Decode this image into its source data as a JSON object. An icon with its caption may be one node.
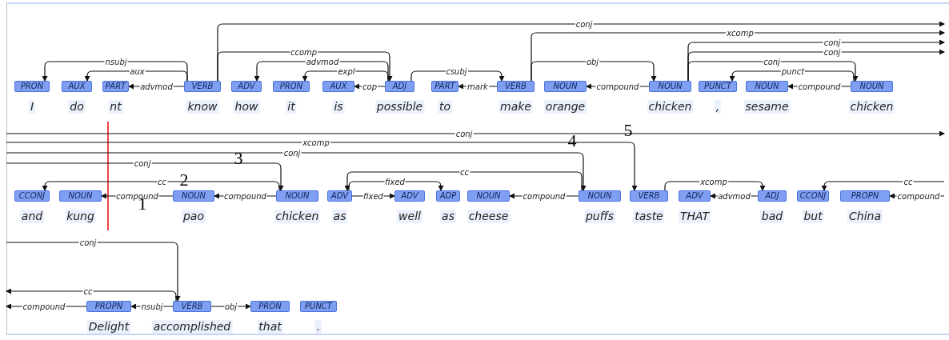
{
  "diagram": {
    "nodes": [
      {
        "text": [
          "PRON"
        ],
        "beside": [
          "I"
        ]
      },
      {
        "text": [
          "AUX"
        ],
        "beside": [
          "do"
        ]
      },
      {
        "text": [
          "PART"
        ],
        "beside": [
          "nt"
        ]
      },
      {
        "text": [
          "VERB"
        ],
        "beside": [
          "know"
        ]
      },
      {
        "text": [
          "ADV"
        ],
        "beside": [
          "how"
        ]
      },
      {
        "text": [
          "PRON"
        ],
        "beside": [
          "it"
        ]
      },
      {
        "text": [
          "AUX"
        ],
        "beside": [
          "is"
        ]
      },
      {
        "text": [
          "ADJ"
        ],
        "beside": [
          "possible"
        ]
      },
      {
        "text": [
          "PART"
        ],
        "beside": [
          "to"
        ]
      },
      {
        "text": [
          "VERB"
        ],
        "beside": [
          "make"
        ]
      },
      {
        "text": [
          "NOUN"
        ],
        "beside": [
          "orange"
        ]
      },
      {
        "text": [
          "NOUN"
        ],
        "beside": [
          "chicken"
        ]
      },
      {
        "text": [
          "PUNCT"
        ],
        "beside": [
          ","
        ]
      },
      {
        "text": [
          "NOUN"
        ],
        "beside": [
          "sesame"
        ]
      },
      {
        "text": [
          "NOUN"
        ],
        "beside": [
          "chicken"
        ]
      },
      {
        "text": [
          "CCONJ"
        ],
        "beside": [
          "and"
        ]
      },
      {
        "text": [
          "NOUN"
        ],
        "beside": [
          "kung"
        ]
      },
      {
        "text": [
          "NOUN"
        ],
        "beside": [
          "pao"
        ]
      },
      {
        "text": [
          "NOUN"
        ],
        "beside": [
          "chicken"
        ]
      },
      {
        "text": [
          "ADV"
        ],
        "beside": [
          "as"
        ]
      },
      {
        "text": [
          "ADV"
        ],
        "beside": [
          "well"
        ]
      },
      {
        "text": [
          "ADP"
        ],
        "beside": [
          "as"
        ]
      },
      {
        "text": [
          "NOUN"
        ],
        "beside": [
          "cheese"
        ]
      },
      {
        "text": [
          "NOUN"
        ],
        "beside": [
          "puffs"
        ]
      },
      {
        "text": [
          "VERB"
        ],
        "beside": [
          "taste"
        ]
      },
      {
        "text": [
          "ADV"
        ],
        "beside": [
          "THAT"
        ]
      },
      {
        "text": [
          "ADJ"
        ],
        "beside": [
          "bad"
        ]
      },
      {
        "text": [
          "CCONJ"
        ],
        "beside": [
          "but"
        ]
      },
      {
        "text": [
          "PROPN"
        ],
        "beside": [
          "China"
        ]
      },
      {
        "text": [
          "PROPN"
        ],
        "beside": [
          "Delight"
        ]
      },
      {
        "text": [
          "VERB"
        ],
        "beside": [
          "accomplished"
        ]
      },
      {
        "text": [
          "PRON"
        ],
        "beside": [
          "that"
        ]
      },
      {
        "text": [
          "PUNCT"
        ],
        "beside": [
          "."
        ]
      }
    ],
    "edges": [
      {
        "from": 3,
        "to": 0,
        "arrow": "to",
        "label": "nsubj"
      },
      {
        "from": 3,
        "to": 1,
        "arrow": "to",
        "label": "aux"
      },
      {
        "from": 3,
        "to": 2,
        "arrow": "to",
        "label": "advmod"
      },
      {
        "from": 3,
        "to": null,
        "arrow": "to",
        "label": "conj"
      },
      {
        "from": 3,
        "to": 7,
        "arrow": "to",
        "label": "ccomp"
      },
      {
        "from": 7,
        "to": 4,
        "arrow": "to",
        "label": "advmod"
      },
      {
        "from": 7,
        "to": 5,
        "arrow": "to",
        "label": "expl"
      },
      {
        "from": 7,
        "to": 6,
        "arrow": "to",
        "label": "cop"
      },
      {
        "from": 7,
        "to": 9,
        "arrow": "to",
        "label": "csubj"
      },
      {
        "from": 9,
        "to": 8,
        "arrow": "to",
        "label": "mark"
      },
      {
        "from": 9,
        "to": null,
        "arrow": "to",
        "label": "xcomp"
      },
      {
        "from": 9,
        "to": 11,
        "arrow": "to",
        "label": "obj"
      },
      {
        "from": 11,
        "to": 10,
        "arrow": "to",
        "label": "compound"
      },
      {
        "from": 11,
        "to": null,
        "arrow": "to",
        "label": "conj"
      },
      {
        "from": 11,
        "to": null,
        "arrow": "to",
        "label": "conj"
      },
      {
        "from": 11,
        "to": 14,
        "arrow": "to",
        "label": "conj"
      },
      {
        "from": 14,
        "to": 12,
        "arrow": "to",
        "label": "punct"
      },
      {
        "from": 14,
        "to": 13,
        "arrow": "to",
        "label": "compound"
      },
      {
        "from": null,
        "to": 24,
        "arrow": "to",
        "label": "xcomp"
      },
      {
        "from": null,
        "to": 23,
        "arrow": "to",
        "label": "conj"
      },
      {
        "from": null,
        "to": 18,
        "arrow": "to",
        "label": "conj"
      },
      {
        "from": 18,
        "to": 15,
        "arrow": "to",
        "label": "cc"
      },
      {
        "from": 18,
        "to": 17,
        "arrow": "to",
        "label": "compound"
      },
      {
        "from": 17,
        "to": 16,
        "arrow": "to",
        "label": "compound"
      },
      {
        "from": 23,
        "to": 19,
        "arrow": "to",
        "label": "cc"
      },
      {
        "from": 19,
        "to": 21,
        "arrow": "to",
        "label": "fixed"
      },
      {
        "from": 19,
        "to": 20,
        "arrow": "to",
        "label": "fixed"
      },
      {
        "from": 23,
        "to": 22,
        "arrow": "to",
        "label": "compound"
      },
      {
        "from": 24,
        "to": 26,
        "arrow": "to",
        "label": "xcomp"
      },
      {
        "from": 26,
        "to": 25,
        "arrow": "to",
        "label": "advmod"
      },
      {
        "from": null,
        "to": 27,
        "arrow": "to",
        "label": "cc"
      },
      {
        "from": null,
        "to": 28,
        "arrow": "to",
        "label": "compound"
      },
      {
        "from": null,
        "to": 30,
        "arrow": "to",
        "label": "conj"
      },
      {
        "from": 30,
        "to": null,
        "arrow": "to",
        "label": "cc"
      },
      {
        "from": 29,
        "to": null,
        "arrow": "to",
        "label": "compound"
      },
      {
        "from": 30,
        "to": 29,
        "arrow": "to",
        "label": "nsubj"
      },
      {
        "from": 30,
        "to": 31,
        "arrow": "to",
        "label": "obj"
      }
    ],
    "labels": [
      "conj",
      "1",
      "2",
      "3",
      "4",
      "5"
    ]
  }
}
